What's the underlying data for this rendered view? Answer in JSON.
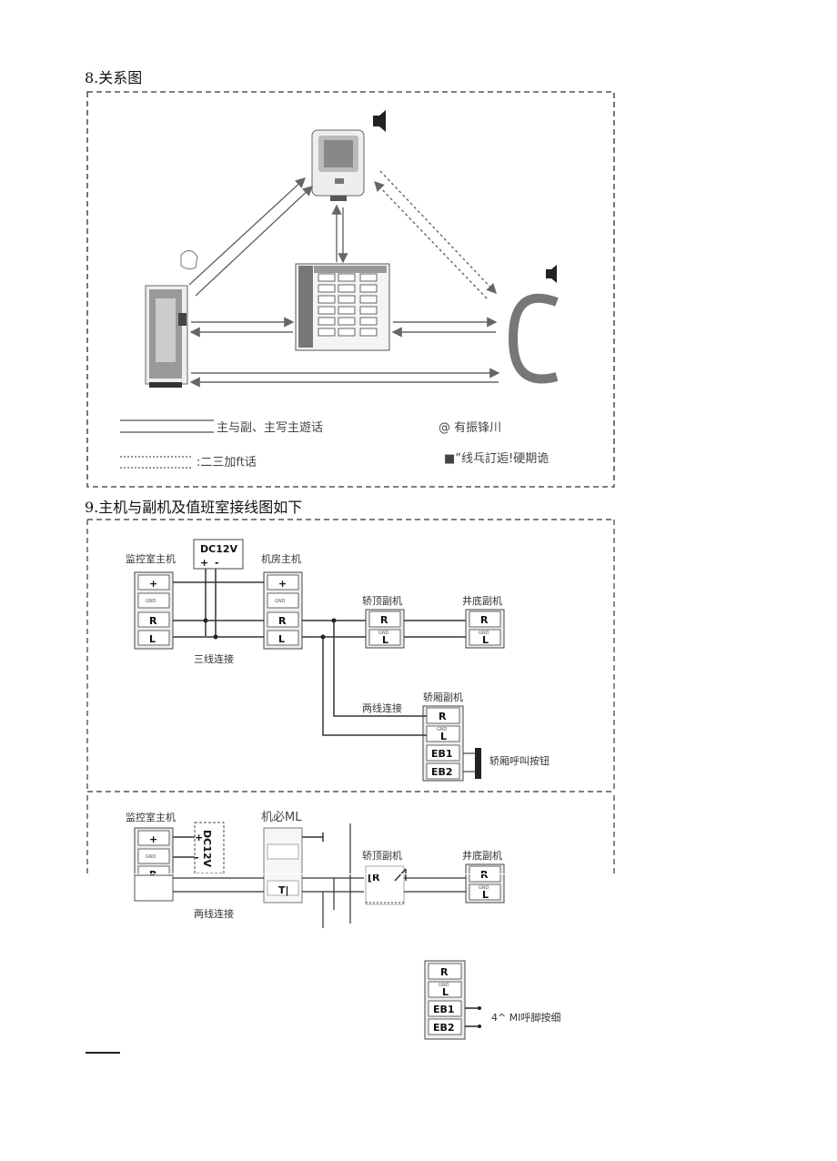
{
  "section8": {
    "heading": "8.关系图",
    "legend": {
      "solid_label": "主与副、主写主遊话",
      "dotted_label": ":二三加ft话",
      "right_top": "@ 有振锋川",
      "right_bottom": "■”线乓訂逅!硬期诡"
    }
  },
  "section9": {
    "heading": "9.主机与副机及值班室接线图如下",
    "diagram1": {
      "power": "DC12V",
      "power_plus": "+",
      "power_minus": "-",
      "monitor_host": "监控室主机",
      "machine_room_host": "机房主机",
      "car_top_sub": "轿顶副机",
      "pit_sub": "井底副机",
      "car_sub": "轿厢副机",
      "three_wire": "三线连接",
      "two_wire": "两线连接",
      "call_button": "轿厢呼叫按钮",
      "terminals": {
        "plus": "+",
        "gnd": "GND",
        "r": "R",
        "l": "L",
        "eb1": "EB1",
        "eb2": "EB2"
      }
    },
    "diagram2": {
      "monitor_host": "监控室主机",
      "machine_room": "机必ML",
      "power": "DC12V",
      "car_top_sub": "轿顶副机",
      "pit_sub": "井底副机",
      "two_wire": "两线连接",
      "call_button": "4^ MI呼脚按细",
      "r_partial": "[R",
      "t_partial": "T|",
      "terminals": {
        "plus": "+",
        "gnd": "GND",
        "r": "R",
        "l": "L",
        "eb1": "EB1",
        "eb2": "EB2",
        "minus": "-"
      }
    }
  }
}
